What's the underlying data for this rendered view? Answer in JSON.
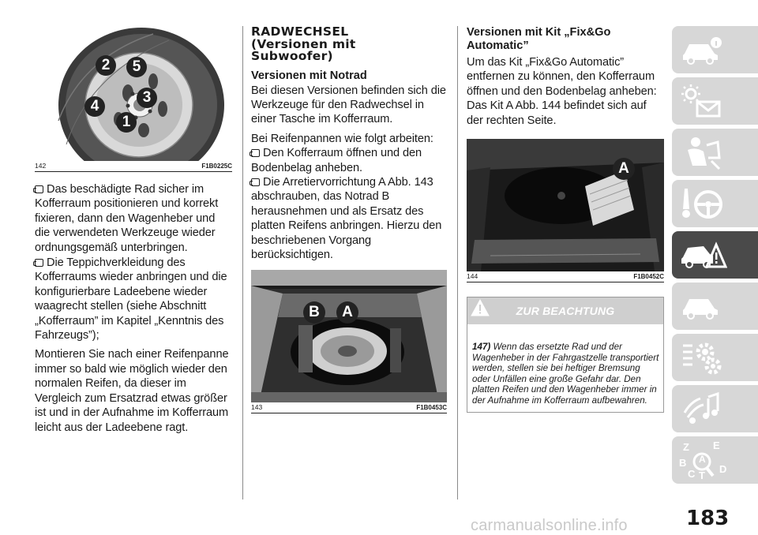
{
  "col1": {
    "figure": {
      "number": "142",
      "code": "F1B0225C",
      "labels": [
        "2",
        "5",
        "4",
        "3",
        "1"
      ]
    },
    "bullet1": "Das beschädigte Rad sicher im Kofferraum positionieren und korrekt fixieren, dann den Wagenheber und die verwendeten Werkzeuge wieder ordnungsgemäß unterbringen.",
    "bullet2": "Die Teppichverkleidung des Kofferraums wieder anbringen und die konfigurierbare Ladeebene wieder waagrecht stellen (siehe Abschnitt „Kofferraum” im Kapitel „Kenntnis des Fahrzeugs”);",
    "para": "Montieren Sie nach einer Reifenpanne immer so bald wie möglich wieder den normalen Reifen, da dieser im Vergleich zum Ersatzrad etwas größer ist und in der Aufnahme im Kofferraum leicht aus der Ladeebene ragt."
  },
  "col2": {
    "title_line1": "RADWECHSEL",
    "title_line2": "(Versionen mit",
    "title_line3": "Subwoofer)",
    "subtitle": "Versionen mit Notrad",
    "para1": "Bei diesen Versionen befinden sich die Werkzeuge für den Radwechsel in einer Tasche im Kofferraum.",
    "para2": "Bei Reifenpannen wie folgt arbeiten:",
    "bullet1": "Den Kofferraum öffnen und den Bodenbelag anheben.",
    "bullet2": "Die Arretiervorrichtung A Abb. 143 abschrauben, das Notrad B herausnehmen und als Ersatz des platten Reifens anbringen. Hierzu den beschriebenen Vorgang berücksichtigen.",
    "figure": {
      "number": "143",
      "code": "F1B0453C",
      "label_b": "B",
      "label_a": "A"
    }
  },
  "col3": {
    "subtitle_line1": "Versionen mit Kit „Fix&Go",
    "subtitle_line2": "Automatic”",
    "para": "Um das Kit „Fix&Go Automatic” entfernen zu können, den Kofferraum öffnen und den Bodenbelag anheben: Das Kit A Abb. 144 befindet sich auf der rechten Seite.",
    "figure": {
      "number": "144",
      "code": "F1B0452C",
      "label_a": "A"
    },
    "warning": {
      "title": "ZUR BEACHTUNG",
      "ref": "147)",
      "text": "Wenn das ersetzte Rad und der Wagenheber in der Fahrgastzelle transportiert werden, stellen sie bei heftiger Bremsung oder Unfällen eine große Gefahr dar. Den platten Reifen und den Wagenheber immer in der Aufnahme im Kofferraum aufbewahren."
    }
  },
  "sidebar": {
    "tabs": [
      {
        "icon": "car-info-icon",
        "active": false
      },
      {
        "icon": "dashboard-lights-icon",
        "active": false
      },
      {
        "icon": "airbag-safety-icon",
        "active": false
      },
      {
        "icon": "steering-wheel-icon",
        "active": false
      },
      {
        "icon": "emergency-car-icon",
        "active": true
      },
      {
        "icon": "car-maintenance-icon",
        "active": false
      },
      {
        "icon": "gears-technical-icon",
        "active": false
      },
      {
        "icon": "multimedia-icon",
        "active": false
      },
      {
        "icon": "alphabetical-index-icon",
        "active": false
      }
    ],
    "index_letters": [
      "Z",
      "E",
      "A",
      "B",
      "C",
      "T",
      "D"
    ]
  },
  "page_number": "183",
  "watermark": "carmanualsonline.info"
}
